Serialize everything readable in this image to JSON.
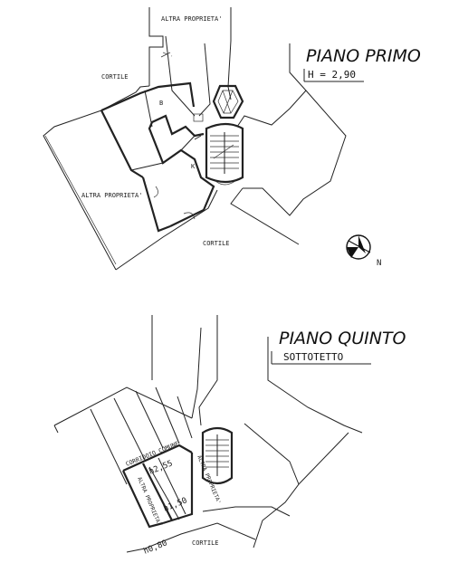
{
  "top_floor": {
    "title": "PIANO PRIMO",
    "height_note": "H = 2,90",
    "labels": {
      "other_property_top": "ALTRA PROPRIETA'",
      "courtyard_left": "CORTILE",
      "other_property_left": "ALTRA PROPRIETA'",
      "courtyard_bottom": "CORTILE",
      "room_b": "B",
      "room_k": "K"
    },
    "compass_letter": "N"
  },
  "bottom_floor": {
    "title": "PIANO QUINTO",
    "subtitle": "SOTTOTETTO",
    "labels": {
      "common_corridor": "CORRIDOIO COMUNE",
      "other_property_left": "ALTRA PROPRIETA'",
      "other_property_right": "ALTRA PROPRIETA'",
      "height_1": "h2,55",
      "height_2": "h1,50",
      "height_3": "h0,80",
      "courtyard": "CORTILE"
    }
  }
}
